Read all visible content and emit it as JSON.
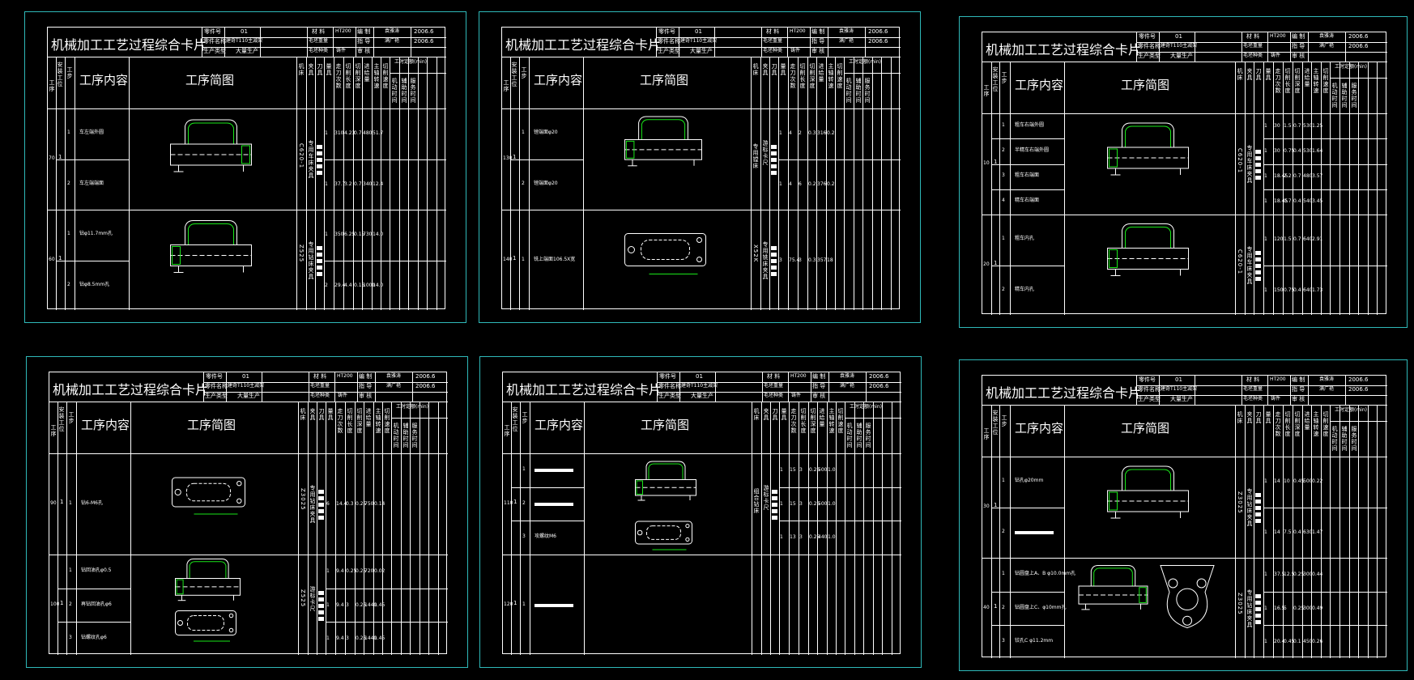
{
  "colors": {
    "background": "#000000",
    "frame": "#2fb9b9",
    "lines": "#ffffff",
    "green": "#19e619",
    "yellow": "#e6e619"
  },
  "common": {
    "title": "机械加工工艺过程综合卡片",
    "part_no_label": "零件号",
    "part_no": "01",
    "part_name_label": "零件名称",
    "part_name": "建奇T110主减架",
    "prod_type_label": "生产类型",
    "prod_type": "大量生产",
    "material_label": "材 料",
    "material": "HT200",
    "blank_weight_label": "毛坯重量",
    "blank_type_label": "毛坯种类",
    "blank_type": "铸件",
    "compile_label": "编 制",
    "compiler": "袁雅涛",
    "guide_label": "指 导",
    "guide": "满广艳",
    "review_label": "审 核",
    "date": "2006.6",
    "seq_label": "工序",
    "install_label": "安装工位",
    "step_label": "工步",
    "content_label": "工序内容",
    "sketch_label": "工序简图",
    "machine_label": "机床",
    "fixture_label": "夹具",
    "tool_label": "刀具",
    "gauge_label": "量具",
    "passes_label": "走刀次数",
    "cut_len_label": "切削长度",
    "depth_label": "切削深度",
    "feed_label": "进给量",
    "speed_label": "主轴转速",
    "cut_speed_label": "切削速度",
    "time_quota_label": "工时定额(min)",
    "machine_time_label": "机动时间",
    "aux_time_label": "辅助时间",
    "service_time_label": "服务时间"
  },
  "sheets": [
    {
      "ops": [
        {
          "seq": "70",
          "inst": "1",
          "steps": [
            {
              "n": "1",
              "text": "车左端外圆"
            },
            {
              "n": "2",
              "text": "车左端端面"
            }
          ],
          "machine": "C620-1",
          "fixture": "专用车床夹具",
          "vals": [
            [
              "1",
              "310",
              "4.23",
              "0.7",
              "480",
              "51.7"
            ],
            [
              "1",
              "37.7",
              "3.2",
              "0.7",
              "340",
              "12.4"
            ]
          ]
        },
        {
          "seq": "60",
          "inst": "1",
          "steps": [
            {
              "n": "1",
              "text": "钻φ11.7mm孔"
            },
            {
              "n": "2",
              "text": "钻φ8.5mm孔"
            }
          ],
          "machine": "Z525",
          "fixture": "专用钻床夹具",
          "vals": [
            [
              "1",
              "350",
              "6.25",
              "0.15",
              "730",
              "14.0"
            ],
            [
              "2",
              "29.4",
              "4.4",
              "0.15",
              "1000",
              "14.0"
            ]
          ]
        }
      ]
    },
    {
      "ops": [
        {
          "seq": "130",
          "inst": "1",
          "steps": [
            {
              "n": "1",
              "text": "镗端面φ20"
            },
            {
              "n": "2",
              "text": "镗端面φ20"
            }
          ],
          "machine": "专用镗床",
          "fixture": "游标卡尺",
          "vals": [
            [
              "1",
              "4",
              "2",
              "0.3",
              "316",
              "0.2"
            ],
            [
              "1",
              "4",
              "6",
              "0.2",
              "376",
              "0.2"
            ]
          ]
        },
        {
          "seq": "140",
          "inst": "1",
          "steps": [
            {
              "n": "1",
              "text": "铣上端面106.5X宽"
            }
          ],
          "machine": "X52K",
          "fixture": "专用铣床夹具",
          "vals": [
            [
              "3",
              "75.4",
              "3",
              "0.3",
              "357",
              "18"
            ]
          ]
        }
      ]
    },
    {
      "ops": [
        {
          "seq": "10",
          "inst": "1",
          "steps": [
            {
              "n": "1",
              "text": "粗车右端外圆"
            },
            {
              "n": "2",
              "text": "半精车右端外圆"
            },
            {
              "n": "3",
              "text": "粗车右端面"
            },
            {
              "n": "4",
              "text": "精车右端面"
            }
          ],
          "machine": "C620-1",
          "fixture": "专用车床夹具",
          "vals": [
            [
              "1",
              "30",
              "1.5",
              "0.7",
              "530",
              "1.25"
            ],
            [
              "1",
              "30",
              "0.75",
              "0.4",
              "530",
              "1.64"
            ],
            [
              "1",
              "18.45",
              "2.2",
              "0.7",
              "480",
              "3.57"
            ],
            [
              "1",
              "18.45",
              "0.7",
              "0.4",
              "540",
              "3.45"
            ]
          ]
        },
        {
          "seq": "20",
          "inst": "1",
          "steps": [
            {
              "n": "1",
              "text": "粗车内孔"
            },
            {
              "n": "2",
              "text": "精车内孔"
            }
          ],
          "machine": "C620-1",
          "fixture": "专用车床夹具",
          "vals": [
            [
              "1",
              "120",
              "1.5",
              "0.7",
              "640",
              "2.91"
            ],
            [
              "1",
              "150",
              "0.75",
              "0.4",
              "640",
              "1.73"
            ]
          ]
        }
      ]
    },
    {
      "ops": [
        {
          "seq": "90",
          "inst": "1",
          "steps": [
            {
              "n": "1",
              "text": "钻6-M6孔"
            }
          ],
          "machine": "Z3025",
          "fixture": "专用钻床夹具",
          "vals": [
            [
              "6",
              "14.4",
              "0.3",
              "0.25",
              "750",
              "0.14"
            ]
          ]
        },
        {
          "seq": "100",
          "inst": "1",
          "steps": [
            {
              "n": "1",
              "text": "钻回油孔φ0.5"
            },
            {
              "n": "2",
              "text": "再钻回油孔φ6"
            },
            {
              "n": "3",
              "text": "钻螺纹孔φ6"
            }
          ],
          "machine": "Z525",
          "fixture": "游标卡尺",
          "vals": [
            [
              "1",
              "9.4",
              "0.25",
              "0.25",
              "720",
              "0.02"
            ],
            [
              "1",
              "9.4",
              "3",
              "0.25",
              "1440",
              "1.45"
            ],
            [
              "1",
              "9.4",
              "3",
              "0.25",
              "1440",
              "1.45"
            ]
          ]
        }
      ]
    },
    {
      "ops": [
        {
          "seq": "110",
          "inst": "1",
          "steps": [
            {
              "n": "1",
              "text": ""
            },
            {
              "n": "2",
              "text": ""
            },
            {
              "n": "3",
              "text": "攻螺纹M6"
            }
          ],
          "machine": "组合钻床",
          "fixture": "游标卡尺",
          "vals": [
            [
              "1",
              "15",
              "3",
              "0.25",
              "500",
              "1.0"
            ],
            [
              "1",
              "15",
              "3",
              "0.25",
              "500",
              "1.0"
            ],
            [
              "1",
              "13",
              "3",
              "0.25",
              "440",
              "1.0"
            ]
          ]
        },
        {
          "seq": "120",
          "inst": "1",
          "steps": [
            {
              "n": "1",
              "text": ""
            }
          ],
          "machine": "",
          "fixture": "",
          "vals": []
        }
      ]
    },
    {
      "ops": [
        {
          "seq": "30",
          "inst": "1",
          "steps": [
            {
              "n": "1",
              "text": "钻孔φ20mm"
            },
            {
              "n": "2",
              "text": ""
            }
          ],
          "machine": "Z3025",
          "fixture": "专用钻床夹具",
          "vals": [
            [
              "1",
              "14",
              "10",
              "0.45",
              "500",
              "0.22"
            ],
            [
              "1",
              "14",
              "7.5",
              "0.4",
              "630",
              "1.47"
            ]
          ]
        },
        {
          "seq": "40",
          "inst": "1",
          "steps": [
            {
              "n": "1",
              "text": "钻圆盘上A、B φ10.0mm孔"
            },
            {
              "n": "2",
              "text": "钻圆盘上C、φ10mm孔"
            },
            {
              "n": "3",
              "text": "铰孔C φ11.2mm"
            }
          ],
          "machine": "Z3025",
          "fixture": "专用钻床夹具",
          "vals": [
            [
              "1",
              "37.5",
              "12.5",
              "0.25",
              "300",
              "0.44"
            ],
            [
              "1",
              "16.5",
              "5",
              "0.25",
              "300",
              "0.49"
            ],
            [
              "1",
              "20.4",
              "0.45",
              "0.1",
              "450",
              "0.26"
            ]
          ]
        }
      ]
    }
  ]
}
